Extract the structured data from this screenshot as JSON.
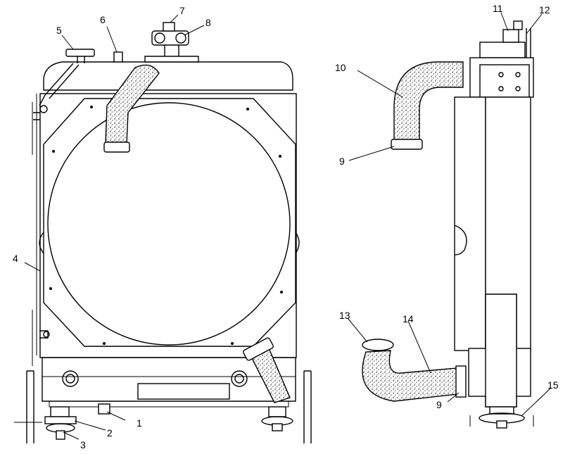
{
  "diagram": {
    "callouts": [
      {
        "id": "c1",
        "label": "1"
      },
      {
        "id": "c2",
        "label": "2"
      },
      {
        "id": "c3",
        "label": "3"
      },
      {
        "id": "c4",
        "label": "4"
      },
      {
        "id": "c5",
        "label": "5"
      },
      {
        "id": "c6",
        "label": "6"
      },
      {
        "id": "c7",
        "label": "7"
      },
      {
        "id": "c8",
        "label": "8"
      },
      {
        "id": "c9a",
        "label": "9"
      },
      {
        "id": "c9b",
        "label": "9"
      },
      {
        "id": "c10",
        "label": "10"
      },
      {
        "id": "c11",
        "label": "11"
      },
      {
        "id": "c12",
        "label": "12"
      },
      {
        "id": "c13",
        "label": "13"
      },
      {
        "id": "c14",
        "label": "14"
      },
      {
        "id": "c15",
        "label": "15"
      }
    ]
  }
}
